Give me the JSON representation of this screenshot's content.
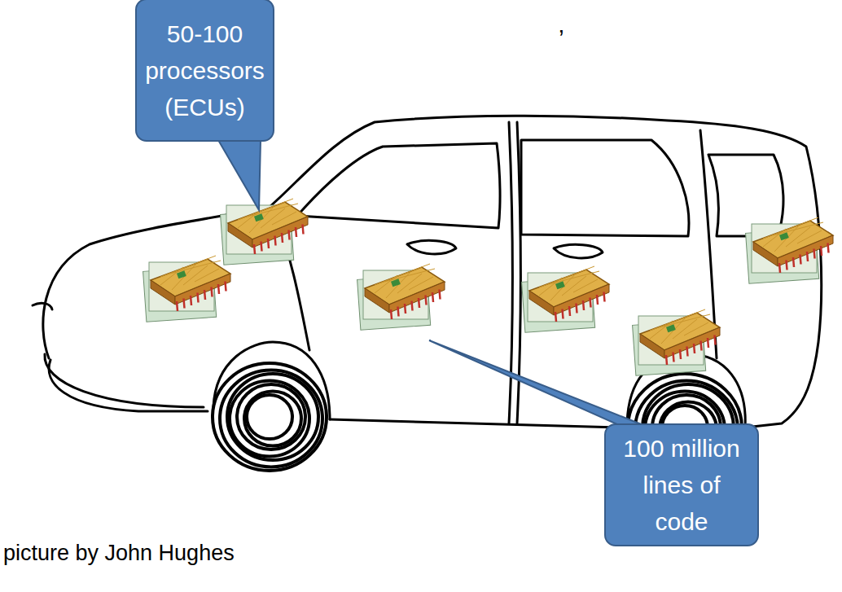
{
  "diagram": {
    "nodes": [
      {
        "text": [
          "50-100 processors (ECUs)"
        ]
      },
      {
        "text": [
          "100 million lines of code"
        ]
      }
    ],
    "labels": [
      "picture by John Hughes",
      "’"
    ]
  }
}
